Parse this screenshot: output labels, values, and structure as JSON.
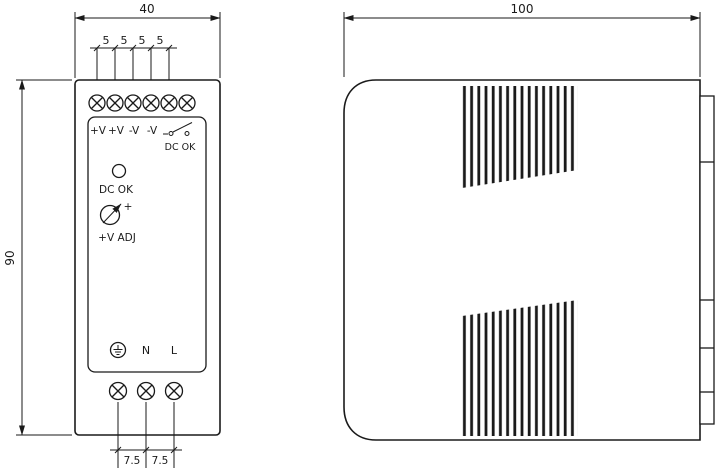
{
  "front_view": {
    "dim_width": "40",
    "dim_height": "90",
    "pitch_labels": [
      "5",
      "5",
      "5",
      "5"
    ],
    "bottom_pitch_labels": [
      "7.5",
      "7.5"
    ],
    "terminal_labels": [
      "+V",
      "+V",
      "-V",
      "-V"
    ],
    "relay_label": "DC OK",
    "led_label": "DC OK",
    "adjust_plus": "+",
    "adjust_label": "+V ADJ",
    "neutral_label": "N",
    "line_label": "L"
  },
  "side_view": {
    "dim_depth": "100"
  },
  "colors": {
    "line": "#1a1a1a",
    "background": "#ffffff"
  }
}
